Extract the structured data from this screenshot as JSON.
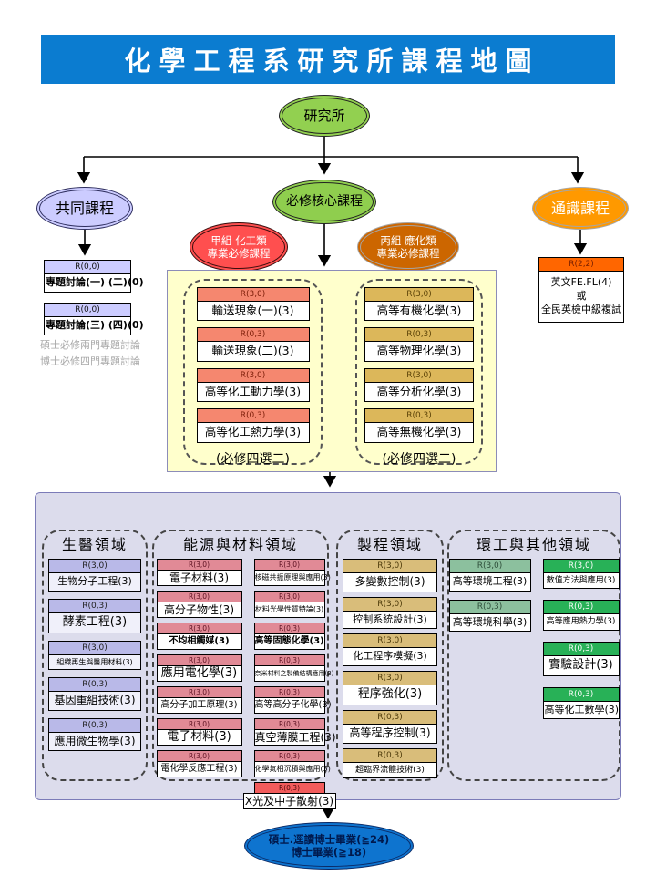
{
  "title": "化學工程系研究所課程地圖",
  "root": {
    "label": "研究所"
  },
  "branches": {
    "common": {
      "label": "共同課程"
    },
    "core": {
      "label": "必修核心課程"
    },
    "general": {
      "label": "通識課程"
    },
    "group_a": {
      "line1": "甲組 化工類",
      "line2": "專業必修課程"
    },
    "group_c": {
      "line1": "丙組 應化類",
      "line2": "專業必修課程"
    }
  },
  "common_track": {
    "courses": [
      {
        "r": "R(0,0)",
        "name": "專題討論(一) (二)(0)"
      },
      {
        "r": "R(0,0)",
        "name": "專題討論(三) (四)(0)"
      }
    ],
    "notes": [
      "碩士必修兩門專題討論",
      "博士必修四門專題討論"
    ]
  },
  "general_track": {
    "r": "R(2,2)",
    "line1": "英文FE.FL(4)",
    "line2": "或",
    "line3": "全民英檢中級複試"
  },
  "core_groups": {
    "left": {
      "courses": [
        {
          "r": "R(3,0)",
          "name": "輸送現象(一)(3)"
        },
        {
          "r": "R(0,3)",
          "name": "輸送現象(二)(3)"
        },
        {
          "r": "R(3,0)",
          "name": "高等化工動力學(3)"
        },
        {
          "r": "R(0,3)",
          "name": "高等化工熱力學(3)"
        }
      ],
      "caption": "(必修四選二)"
    },
    "right": {
      "courses": [
        {
          "r": "R(3,0)",
          "name": "高等有機化學(3)"
        },
        {
          "r": "R(0,3)",
          "name": "高等物理化學(3)"
        },
        {
          "r": "R(3,0)",
          "name": "高等分析化學(3)"
        },
        {
          "r": "R(0,3)",
          "name": "高等無機化學(3)"
        }
      ],
      "caption": "(必修四選二)"
    }
  },
  "domains": {
    "biomed": {
      "title": "生醫領域",
      "courses": [
        {
          "r": "R(3,0)",
          "name": "生物分子工程(3)"
        },
        {
          "r": "R(0,3)",
          "name": "酵素工程(3)"
        },
        {
          "r": "R(3,0)",
          "name": "組織再生與醫用材料(3)"
        },
        {
          "r": "R(0,3)",
          "name": "基因重組技術(3)"
        },
        {
          "r": "R(0,3)",
          "name": "應用微生物學(3)"
        }
      ]
    },
    "energy": {
      "title": "能源與材料領域",
      "col1": [
        {
          "r": "R(3,0)",
          "name": "電子材料(3)"
        },
        {
          "r": "R(3,0)",
          "name": "高分子物性(3)"
        },
        {
          "r": "R(3,0)",
          "name": "不均相觸媒(3)"
        },
        {
          "r": "R(3,0)",
          "name": "應用電化學(3)"
        },
        {
          "r": "R(3,0)",
          "name": "高分子加工原理(3)"
        },
        {
          "r": "R(3,0)",
          "name": "電子材料(3)"
        },
        {
          "r": "R(3,0)",
          "name": "電化學反應工程(3)"
        }
      ],
      "col2": [
        {
          "r": "R(3,0)",
          "name": "核磁共振原理與應用(3)"
        },
        {
          "r": "R(3,0)",
          "name": "材料光學性質特論(3)"
        },
        {
          "r": "R(0,3)",
          "name": "高等固態化學(3)"
        },
        {
          "r": "R(0,3)",
          "name": "奈米材料之製備結構應用(3)"
        },
        {
          "r": "R(0,3)",
          "name": "高等高分子化學(3)"
        },
        {
          "r": "R(0,3)",
          "name": "真空薄膜工程(3)"
        },
        {
          "r": "R(0,3)",
          "name": "化學氣相沉積與應用(3)"
        },
        {
          "r": "R(0,3)",
          "name": "X光及中子散射(3)"
        }
      ]
    },
    "process": {
      "title": "製程領域",
      "courses": [
        {
          "r": "R(3,0)",
          "name": "多變數控制(3)"
        },
        {
          "r": "R(3,0)",
          "name": "控制系統設計(3)"
        },
        {
          "r": "R(3,0)",
          "name": "化工程序模擬(3)"
        },
        {
          "r": "R(3,0)",
          "name": "程序強化(3)"
        },
        {
          "r": "R(0,3)",
          "name": "高等程序控制(3)"
        },
        {
          "r": "R(0,3)",
          "name": "超臨界流體技術(3)"
        }
      ]
    },
    "env": {
      "title": "環工與其他領域",
      "col1": [
        {
          "r": "R(3,0)",
          "name": "高等環境工程(3)"
        },
        {
          "r": "R(0,3)",
          "name": "高等環境科學(3)"
        }
      ],
      "col2": [
        {
          "r": "R(3,0)",
          "name": "數值方法與應用(3)"
        },
        {
          "r": "R(0,3)",
          "name": "高等應用熱力學(3)"
        },
        {
          "r": "R(0,3)",
          "name": "實驗設計(3)"
        },
        {
          "r": "R(0,3)",
          "name": "高等化工數學(3)"
        }
      ]
    }
  },
  "graduation": {
    "line1": "碩士.逕讀博士畢業(≧24)",
    "line2": "博士畢業(≧18)"
  },
  "colors": {
    "banner_bg": "#0b7cd0",
    "root_green": "#92d050",
    "common_lavender": "#ccccff",
    "general_orange": "#ff9900",
    "group_a_red": "#ff4f4f",
    "group_c_brown": "#cc6600",
    "core_left_header": "#f5876f",
    "core_right_header": "#dcb75a",
    "yellow_panel": "#ffffcc",
    "domain_panel": "#dcdcec",
    "biomed_header": "#b9b9e8",
    "energy_header": "#e18a96",
    "energy_highlight_header": "#f25c5c",
    "process_header": "#d9bd7a",
    "env_header_light": "#8cc09e",
    "env_header_green": "#28b157",
    "graduation_blue": "#0e74cf"
  }
}
